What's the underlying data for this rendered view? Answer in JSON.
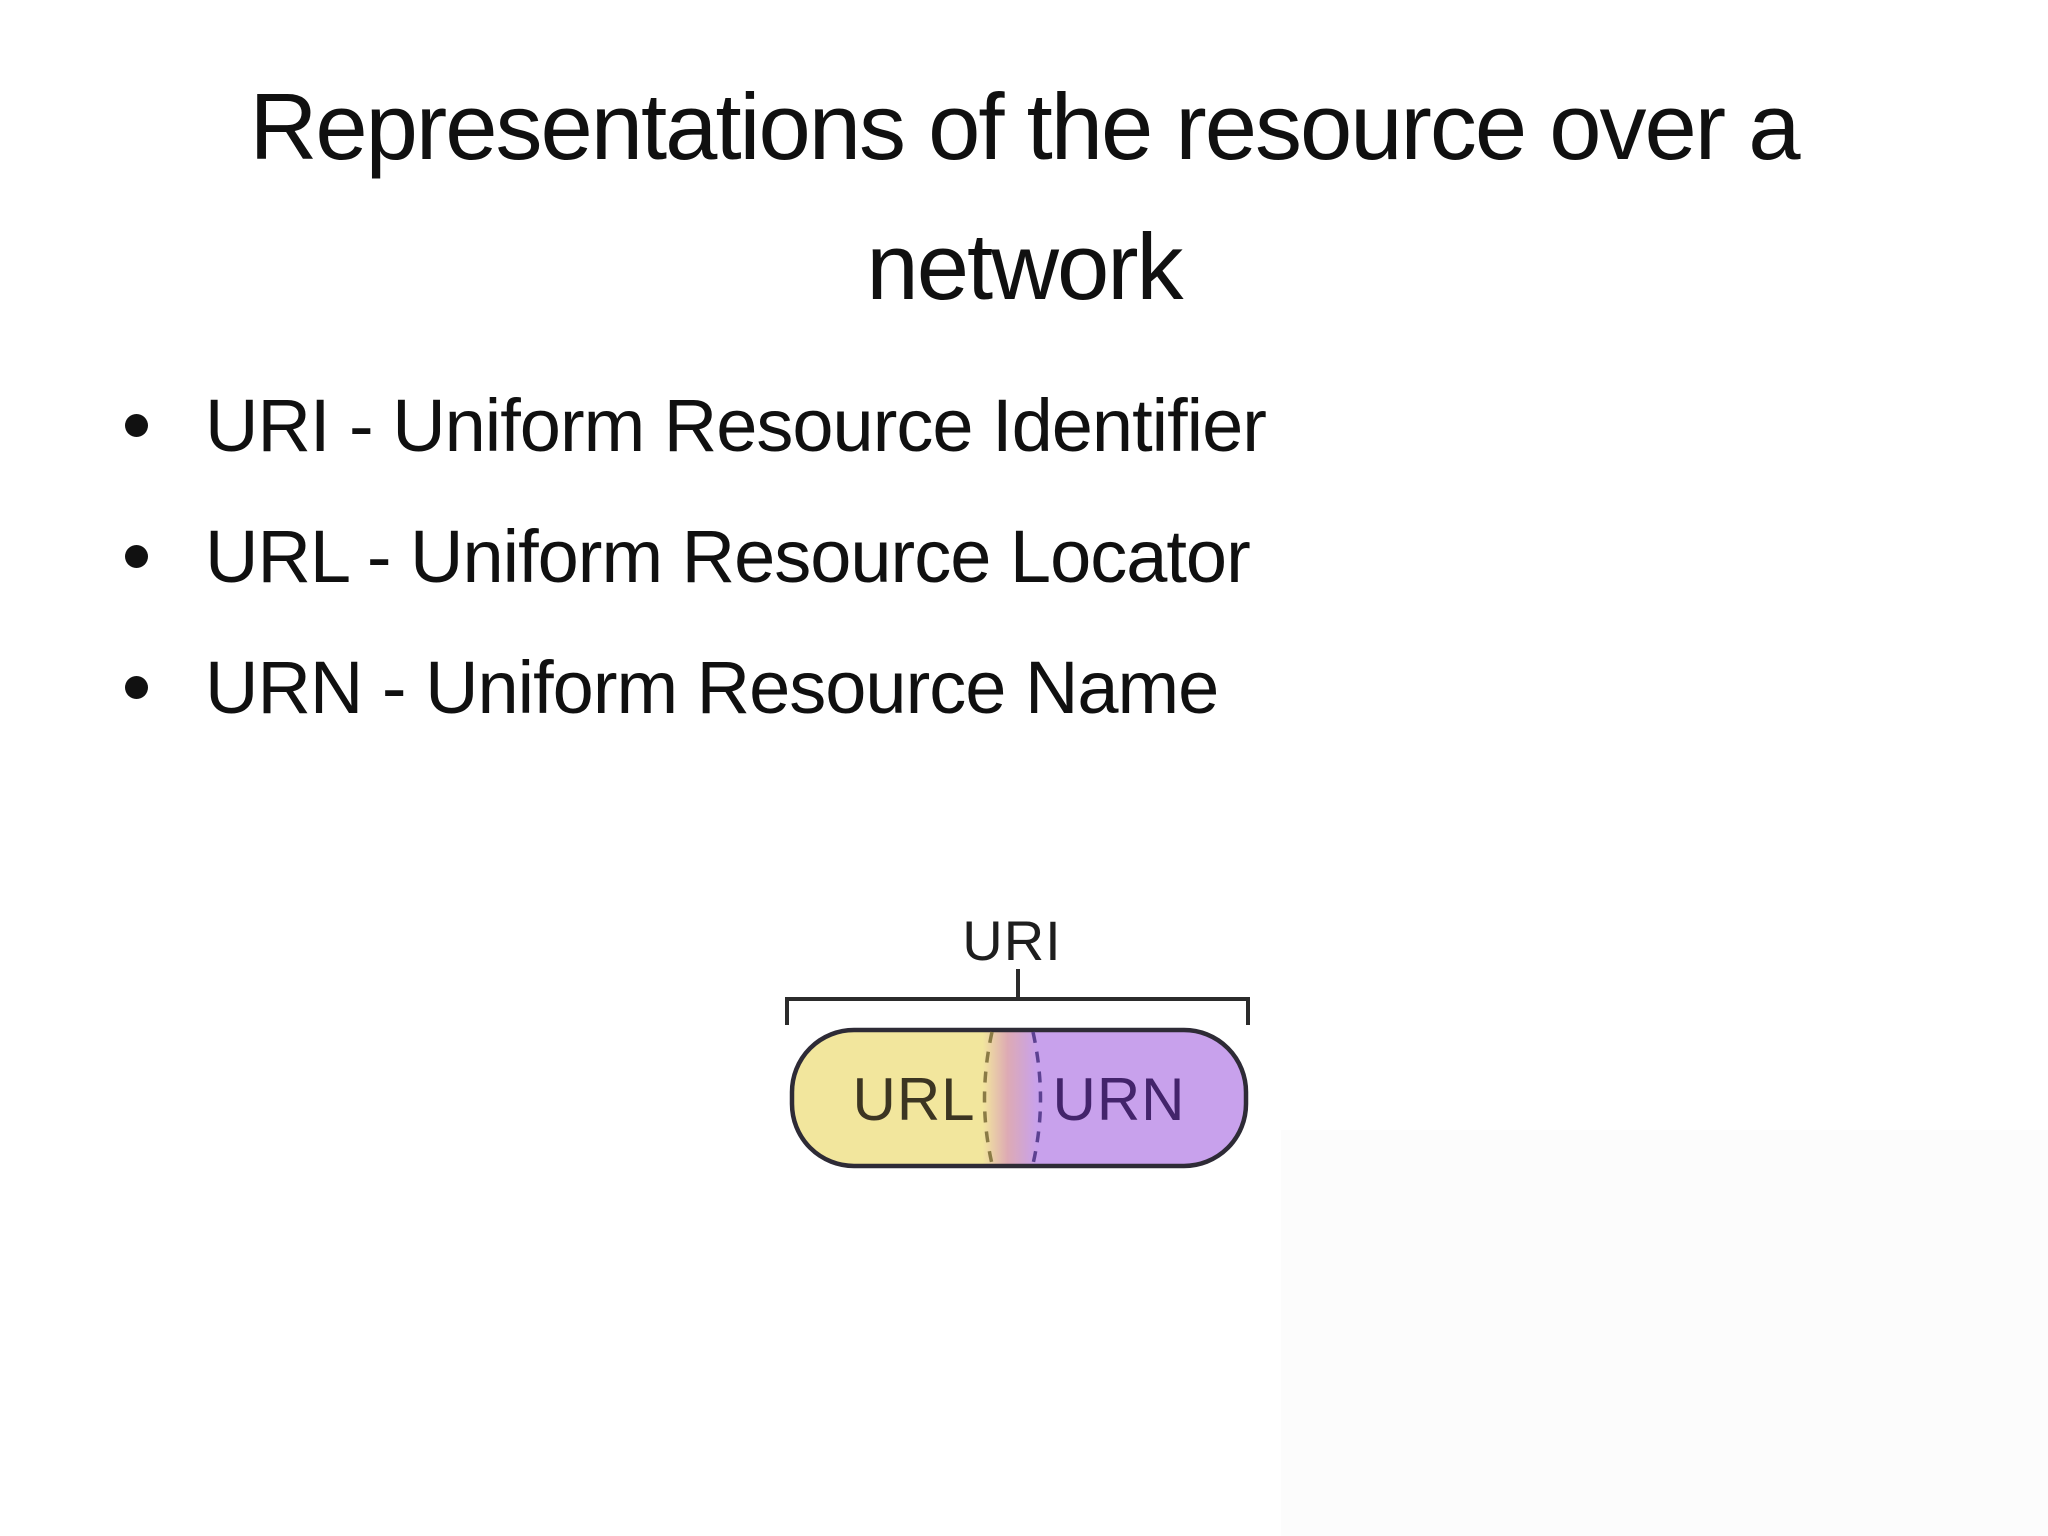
{
  "slide": {
    "title": {
      "line1": "Representations of the resource over a",
      "line2": "network"
    },
    "bullets": [
      "URI - Uniform Resource Identifier",
      "URL - Uniform Resource Locator",
      "URN - Uniform Resource Name"
    ]
  },
  "diagram": {
    "bracket_label": "URI",
    "left_segment": {
      "label": "URL",
      "fill": "#f2e69d",
      "text_color": "#3c3522"
    },
    "right_segment": {
      "label": "URN",
      "fill": "#c8a1ec",
      "text_color": "#43246b"
    },
    "blend_color": "#ddaab4",
    "outline_color": "#2e2b36",
    "bracket_color": "#2b2b2b",
    "left_dash_color": "#8a7b45",
    "right_dash_color": "#5c4191"
  },
  "page": {
    "background": "#ffffff",
    "corner_panel_color": "#fcfcfc",
    "text_color": "#101010"
  }
}
